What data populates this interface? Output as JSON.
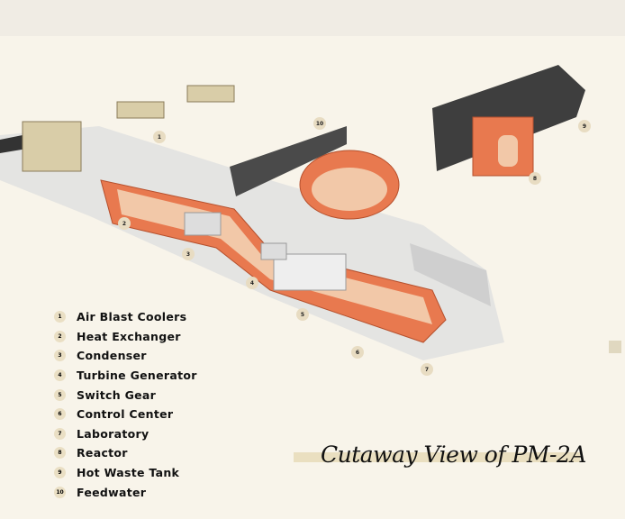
{
  "title": "Cutaway View of PM-2A",
  "legend": [
    {
      "num": "1",
      "label": "Air Blast Coolers"
    },
    {
      "num": "2",
      "label": "Heat Exchanger"
    },
    {
      "num": "3",
      "label": "Condenser"
    },
    {
      "num": "4",
      "label": "Turbine Generator"
    },
    {
      "num": "5",
      "label": "Switch Gear"
    },
    {
      "num": "6",
      "label": "Control Center"
    },
    {
      "num": "7",
      "label": "Laboratory"
    },
    {
      "num": "8",
      "label": "Reactor"
    },
    {
      "num": "9",
      "label": "Hot Waste Tank"
    },
    {
      "num": "10",
      "label": "Feedwater"
    }
  ],
  "colors": {
    "tunnel": "#e8794f",
    "trench": "#4a4a4a",
    "snow": "#ffffff",
    "paper": "#f8f4ea"
  }
}
